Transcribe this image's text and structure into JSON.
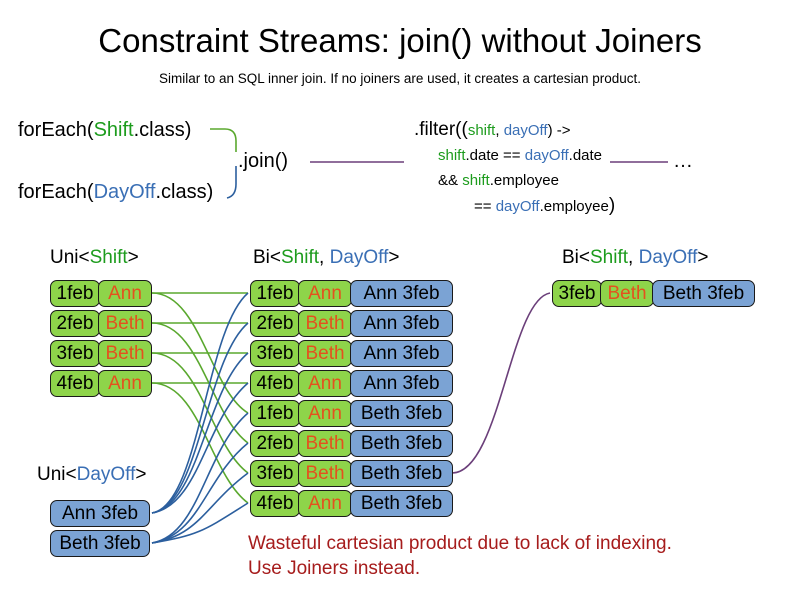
{
  "slide": {
    "title": "Constraint Streams: join() without Joiners",
    "subtitle": "Similar to an SQL inner join. If no joiners are used, it creates a cartesian product.",
    "warning_line1": "Wasteful cartesian product due to lack of indexing.",
    "warning_line2": "Use Joiners instead.",
    "ellipsis": "…"
  },
  "colors": {
    "shift": "#1d9c1d",
    "dayoff": "#3a6fb5",
    "green_fact": "#8ed44a",
    "blue_fact": "#7ba3d4",
    "name_text": "#e4511e",
    "warning": "#a61c1c",
    "wire_green": "#5aa82e",
    "wire_blue": "#2c5f9e",
    "wire_purple": "#6b3f7a"
  },
  "code": {
    "forEachShift": {
      "call": "forEach(",
      "type": "Shift",
      "tail": ".class)"
    },
    "forEachDayOff": {
      "call": "forEach(",
      "type": "DayOff",
      "tail": ".class)"
    },
    "join": ".join()",
    "filter": {
      "l1_head": ".filter((",
      "l1_shift": "shift",
      "l1_comma": ", ",
      "l1_dayoff": "dayOff",
      "l1_tail": ") ->",
      "l2_shift": "shift",
      "l2_mid": ".date == ",
      "l2_dayoff": "dayOff",
      "l2_tail": ".date",
      "l3_head": "&& ",
      "l3_shift": "shift",
      "l3_tail": ".employee",
      "l4_head": "== ",
      "l4_dayoff": "dayOff",
      "l4_tail": ".employee",
      "l4_paren": ")"
    }
  },
  "streams": {
    "uni_shift": {
      "label_prefix": "Uni<",
      "label_type": "Shift",
      "label_suffix": ">",
      "rows": [
        {
          "date": "1feb",
          "name": "Ann"
        },
        {
          "date": "2feb",
          "name": "Beth"
        },
        {
          "date": "3feb",
          "name": "Beth"
        },
        {
          "date": "4feb",
          "name": "Ann"
        }
      ]
    },
    "uni_dayoff": {
      "label_prefix": "Uni<",
      "label_type": "DayOff",
      "label_suffix": ">",
      "rows": [
        {
          "text": "Ann 3feb"
        },
        {
          "text": "Beth 3feb"
        }
      ]
    },
    "bi_middle": {
      "label_prefix": "Bi<",
      "label_shift": "Shift",
      "label_comma": ", ",
      "label_dayoff": "DayOff",
      "label_suffix": ">",
      "rows": [
        {
          "date": "1feb",
          "name": "Ann",
          "dayoff": "Ann 3feb"
        },
        {
          "date": "2feb",
          "name": "Beth",
          "dayoff": "Ann 3feb"
        },
        {
          "date": "3feb",
          "name": "Beth",
          "dayoff": "Ann 3feb"
        },
        {
          "date": "4feb",
          "name": "Ann",
          "dayoff": "Ann 3feb"
        },
        {
          "date": "1feb",
          "name": "Ann",
          "dayoff": "Beth 3feb"
        },
        {
          "date": "2feb",
          "name": "Beth",
          "dayoff": "Beth 3feb"
        },
        {
          "date": "3feb",
          "name": "Beth",
          "dayoff": "Beth 3feb"
        },
        {
          "date": "4feb",
          "name": "Ann",
          "dayoff": "Beth 3feb"
        }
      ]
    },
    "bi_right": {
      "label_prefix": "Bi<",
      "label_shift": "Shift",
      "label_comma": ", ",
      "label_dayoff": "DayOff",
      "label_suffix": ">",
      "rows": [
        {
          "date": "3feb",
          "name": "Beth",
          "dayoff": "Beth 3feb"
        }
      ]
    }
  }
}
